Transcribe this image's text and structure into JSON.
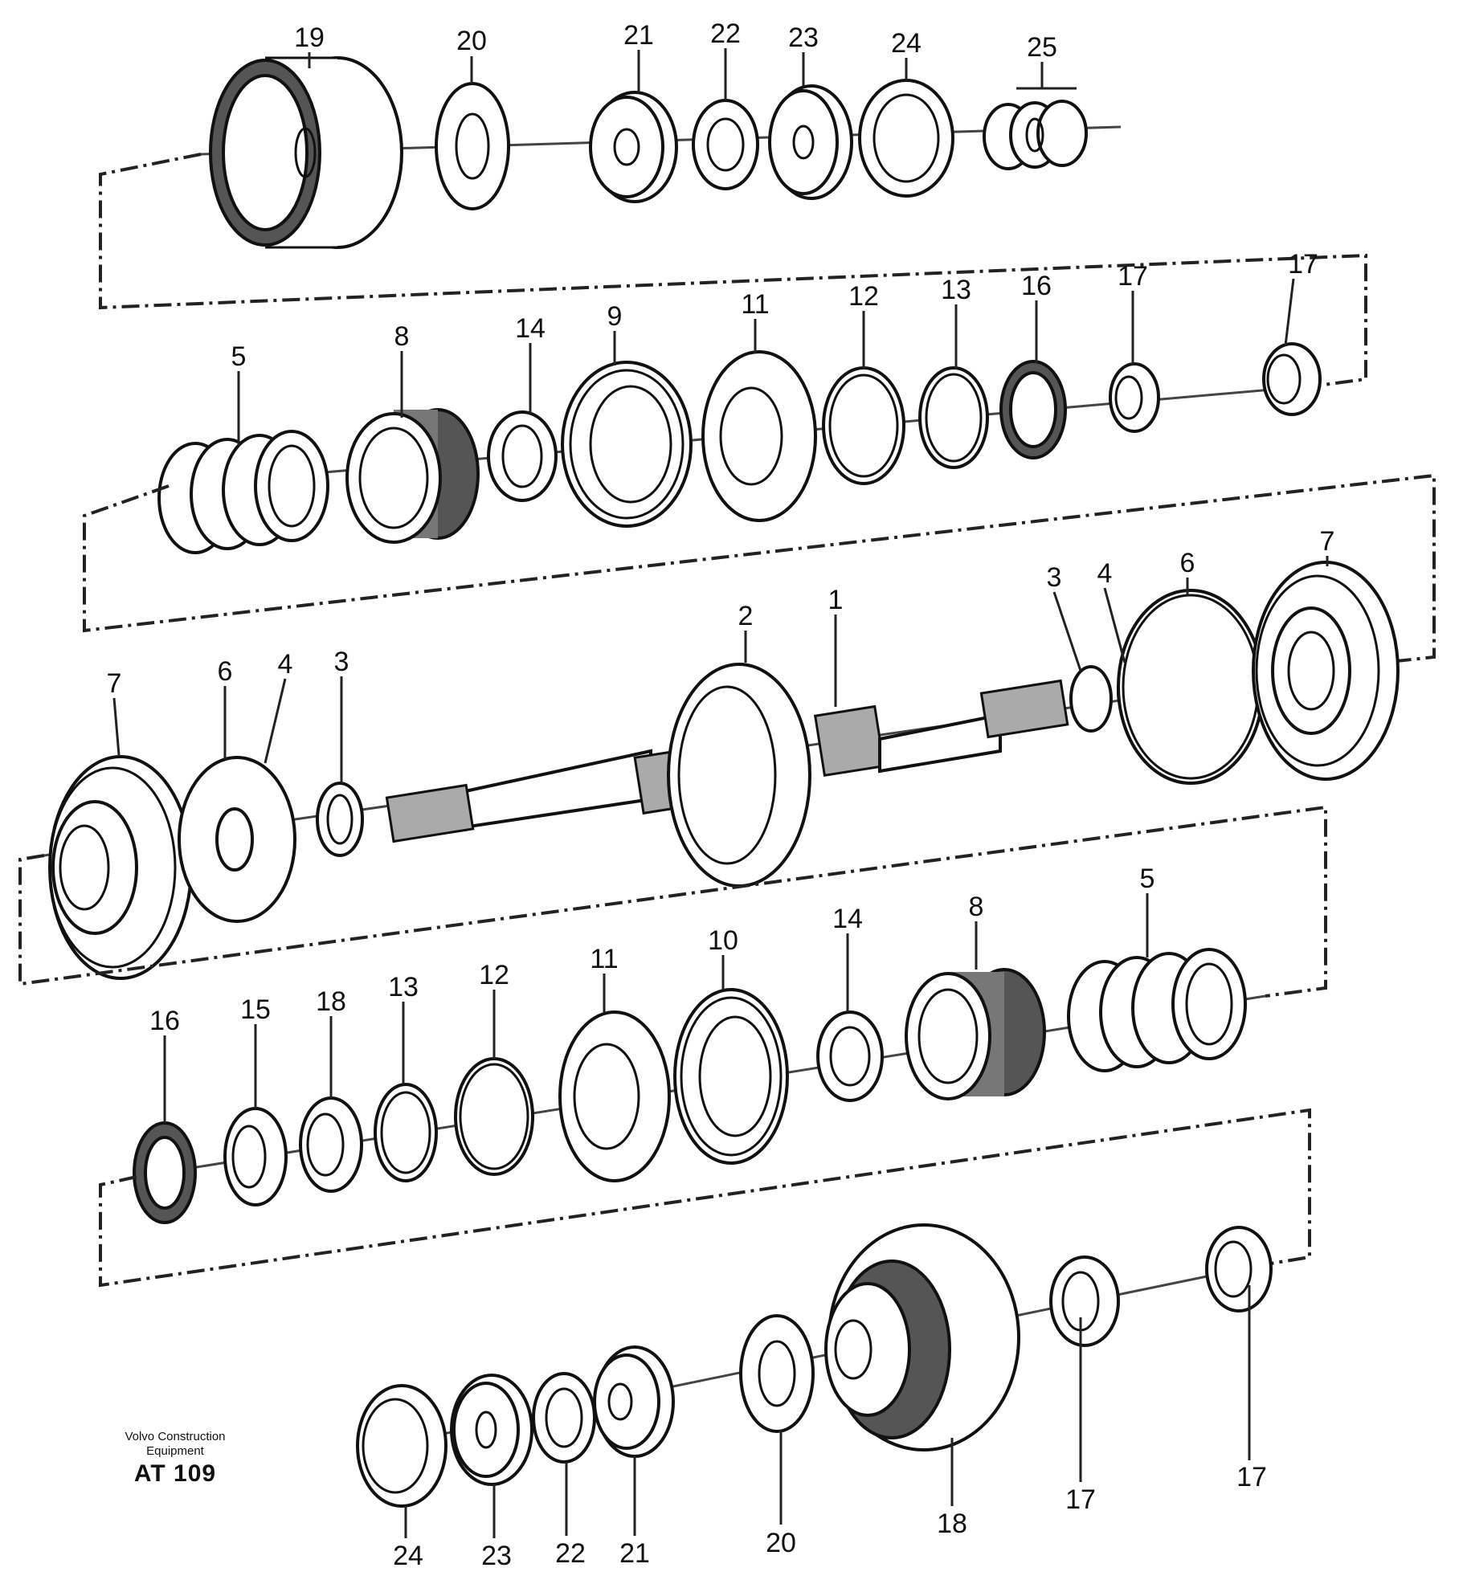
{
  "caption": {
    "line1": "Volvo Construction",
    "line2": "Equipment",
    "code": "AT 109"
  },
  "labels": [
    {
      "id": "r1-19",
      "text": "19"
    },
    {
      "id": "r1-20",
      "text": "20"
    },
    {
      "id": "r1-21",
      "text": "21"
    },
    {
      "id": "r1-22",
      "text": "22"
    },
    {
      "id": "r1-23",
      "text": "23"
    },
    {
      "id": "r1-24",
      "text": "24"
    },
    {
      "id": "r1-25",
      "text": "25"
    },
    {
      "id": "r2-5",
      "text": "5"
    },
    {
      "id": "r2-8",
      "text": "8"
    },
    {
      "id": "r2-14",
      "text": "14"
    },
    {
      "id": "r2-9",
      "text": "9"
    },
    {
      "id": "r2-11",
      "text": "11"
    },
    {
      "id": "r2-12",
      "text": "12"
    },
    {
      "id": "r2-13",
      "text": "13"
    },
    {
      "id": "r2-16",
      "text": "16"
    },
    {
      "id": "r2-17a",
      "text": "17"
    },
    {
      "id": "r2-17b",
      "text": "17"
    },
    {
      "id": "r3-7a",
      "text": "7"
    },
    {
      "id": "r3-6a",
      "text": "6"
    },
    {
      "id": "r3-4a",
      "text": "4"
    },
    {
      "id": "r3-3a",
      "text": "3"
    },
    {
      "id": "r3-2",
      "text": "2"
    },
    {
      "id": "r3-1",
      "text": "1"
    },
    {
      "id": "r3-3b",
      "text": "3"
    },
    {
      "id": "r3-4b",
      "text": "4"
    },
    {
      "id": "r3-6b",
      "text": "6"
    },
    {
      "id": "r3-7b",
      "text": "7"
    },
    {
      "id": "r4-16",
      "text": "16"
    },
    {
      "id": "r4-15",
      "text": "15"
    },
    {
      "id": "r4-18",
      "text": "18"
    },
    {
      "id": "r4-13",
      "text": "13"
    },
    {
      "id": "r4-12",
      "text": "12"
    },
    {
      "id": "r4-11",
      "text": "11"
    },
    {
      "id": "r4-10",
      "text": "10"
    },
    {
      "id": "r4-14",
      "text": "14"
    },
    {
      "id": "r4-8",
      "text": "8"
    },
    {
      "id": "r4-5",
      "text": "5"
    },
    {
      "id": "r5-24",
      "text": "24"
    },
    {
      "id": "r5-23",
      "text": "23"
    },
    {
      "id": "r5-22",
      "text": "22"
    },
    {
      "id": "r5-21",
      "text": "21"
    },
    {
      "id": "r5-20",
      "text": "20"
    },
    {
      "id": "r5-18",
      "text": "18"
    },
    {
      "id": "r5-17a",
      "text": "17"
    },
    {
      "id": "r5-17b",
      "text": "17"
    }
  ]
}
